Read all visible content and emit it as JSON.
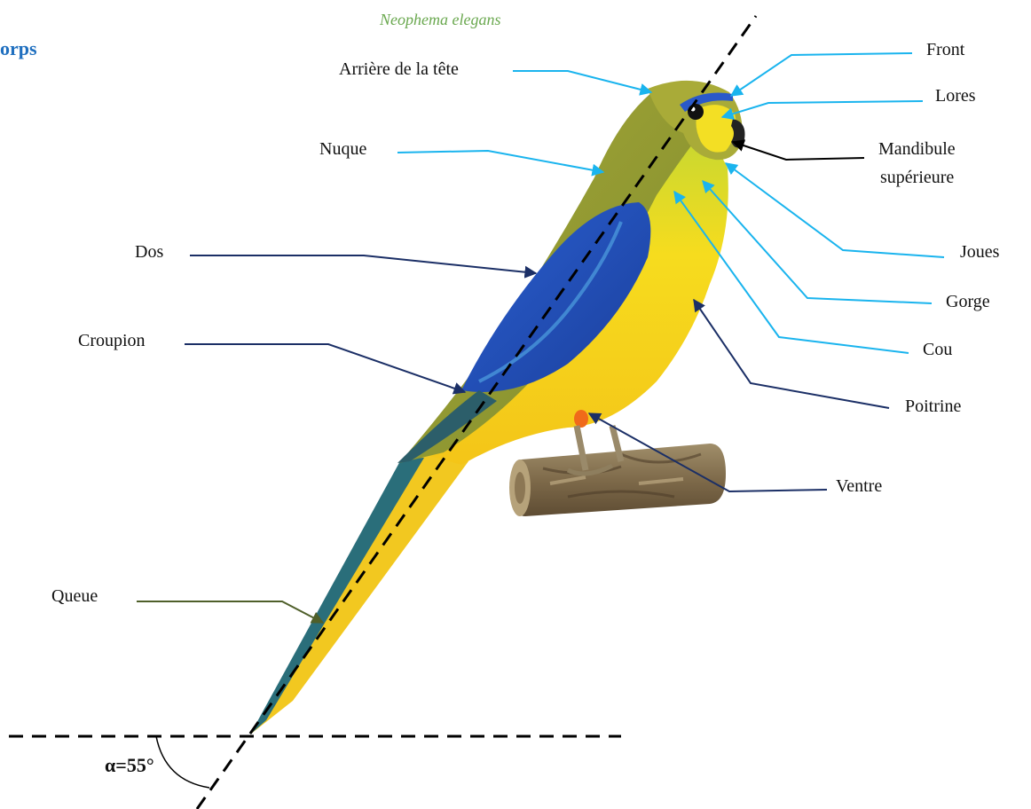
{
  "section_title": "orps",
  "species": "Neophema elegans",
  "angle_label": "α=55°",
  "colors": {
    "cyan_leader": "#1ab4ee",
    "navy_leader": "#1b2f66",
    "olive_leader": "#4f5f2a",
    "black_leader": "#000000",
    "title_blue": "#1f6fbf",
    "species_green": "#6aa84f"
  },
  "labels": {
    "arriere_tete": "Arrière de la tête",
    "nuque": "Nuque",
    "dos": "Dos",
    "croupion": "Croupion",
    "queue": "Queue",
    "front": "Front",
    "lores": "Lores",
    "mandibule_1": "Mandibule",
    "mandibule_2": "supérieure",
    "joues": "Joues",
    "gorge": "Gorge",
    "cou": "Cou",
    "poitrine": "Poitrine",
    "ventre": "Ventre"
  }
}
